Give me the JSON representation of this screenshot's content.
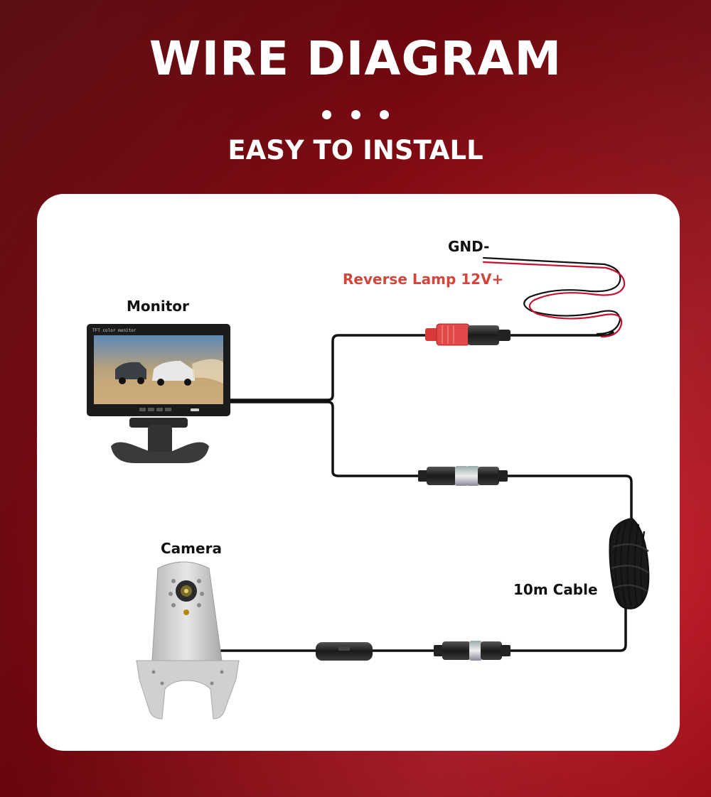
{
  "header": {
    "title": "WIRE DIAGRAM",
    "subtitle": "EASY TO INSTALL"
  },
  "labels": {
    "gnd": "GND-",
    "reverse_lamp": "Reverse Lamp 12V+",
    "monitor": "Monitor",
    "camera": "Camera",
    "cable": "10m Cable"
  },
  "monitor_screen_text": "TFT color monitor",
  "colors": {
    "background": "#9a0e18",
    "panel": "#ffffff",
    "reverse_lamp_label": "#d2453b",
    "power_plug": "#e24848",
    "red_wire": "#c8102e"
  }
}
